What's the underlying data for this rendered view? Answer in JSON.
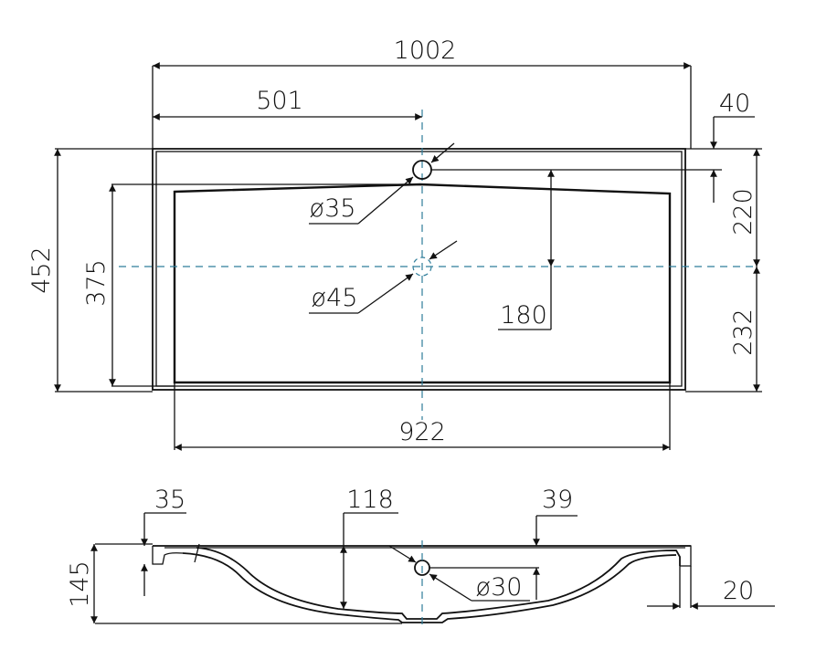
{
  "drawing": {
    "subject": "washbasin technical drawing",
    "units": "mm",
    "accent_colors": {
      "lines": "#111111",
      "centerlines": "#2e7d9a"
    }
  },
  "top_view": {
    "overall_width": "1002",
    "center_offset": "501",
    "rim_to_tap_hole": "40",
    "overall_depth": "452",
    "bowl_depth": "375",
    "tap_hole_diameter": "ø35",
    "drain_diameter": "ø45",
    "tap_to_drain": "180",
    "upper_to_center": "220",
    "lower_to_center": "232",
    "bowl_width": "922"
  },
  "side_view": {
    "rim_thickness": "35",
    "bowl_depth": "118",
    "overflow_from_top": "39",
    "overflow_diameter": "ø30",
    "wall_thickness": "20",
    "overall_height": "145"
  }
}
